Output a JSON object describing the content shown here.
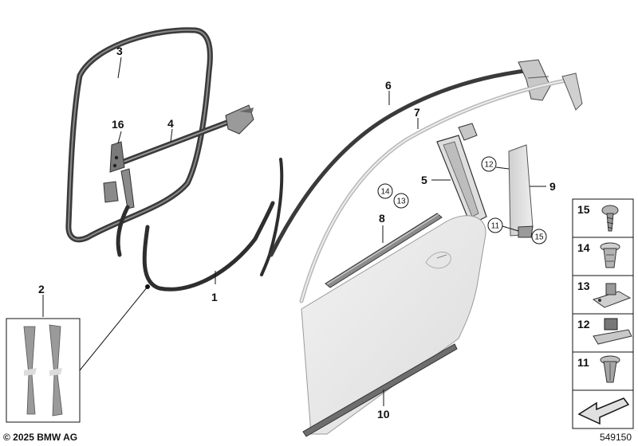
{
  "diagram": {
    "callouts": {
      "c1": "1",
      "c2": "2",
      "c3": "3",
      "c4": "4",
      "c5": "5",
      "c6": "6",
      "c7": "7",
      "c8": "8",
      "c9": "9",
      "c10": "10",
      "c16": "16"
    },
    "circled": {
      "a12": "12",
      "a11": "11",
      "a15": "15",
      "a14": "14",
      "a13": "13"
    },
    "side_panel": {
      "items": [
        "15",
        "14",
        "13",
        "12",
        "11"
      ]
    }
  },
  "footer": {
    "copyright": "© 2025 BMW AG",
    "ref_number": "549150"
  },
  "colors": {
    "seal": "#3a3a3a",
    "part_gray": "#8a8a8a",
    "panel_light": "#e9e9e9",
    "trim_light": "#d4d4d4"
  }
}
